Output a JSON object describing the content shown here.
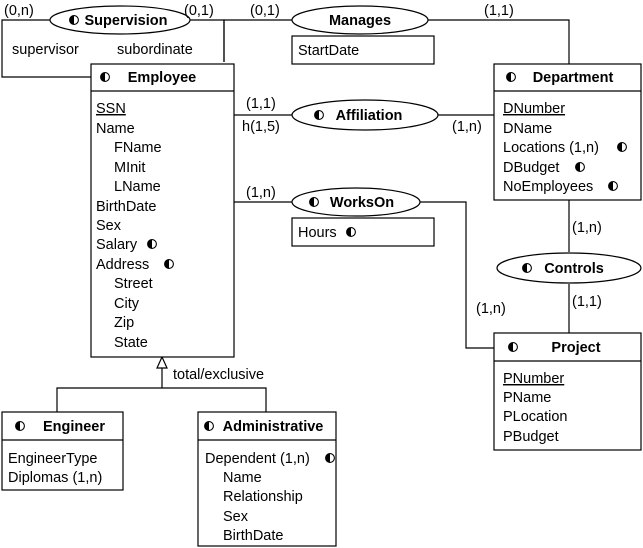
{
  "symbol": "half-filled-circle-icon",
  "entities": {
    "employee": {
      "name": "Employee",
      "identifier": "SSN",
      "attributes": [
        "Name",
        "FName",
        "MInit",
        "LName",
        "BirthDate",
        "Sex",
        "Salary",
        "Address",
        "Street",
        "City",
        "Zip",
        "State"
      ]
    },
    "department": {
      "name": "Department",
      "identifier": "DNumber",
      "attributes": [
        "DName",
        "Locations (1,n)",
        "DBudget",
        "NoEmployees"
      ]
    },
    "project": {
      "name": "Project",
      "identifier": "PNumber",
      "attributes": [
        "PName",
        "PLocation",
        "PBudget"
      ]
    },
    "engineer": {
      "name": "Engineer",
      "attributes": [
        "EngineerType",
        "Diplomas (1,n)"
      ]
    },
    "administrative": {
      "name": "Administrative",
      "attributes": [
        "Dependent (1,n)",
        "Name",
        "Relationship",
        "Sex",
        "BirthDate"
      ]
    }
  },
  "relationships": {
    "supervision": {
      "name": "Supervision",
      "card_left": "(0,n)",
      "card_right": "(0,1)",
      "role_left": "supervisor",
      "role_right": "subordinate"
    },
    "manages": {
      "name": "Manages",
      "card_left": "(0,1)",
      "card_right": "(1,1)",
      "attribute": "StartDate"
    },
    "affiliation": {
      "name": "Affiliation",
      "card_left": "(1,1)",
      "card_left_extra": "h(1,5)",
      "card_right": "(1,n)"
    },
    "workson": {
      "name": "WorksOn",
      "card_left": "(1,n)",
      "card_bottom": "(1,n)",
      "attribute": "Hours"
    },
    "controls": {
      "name": "Controls",
      "card_top": "(1,n)",
      "card_bottom": "(1,1)"
    }
  },
  "generalization": {
    "label": "total/exclusive"
  }
}
